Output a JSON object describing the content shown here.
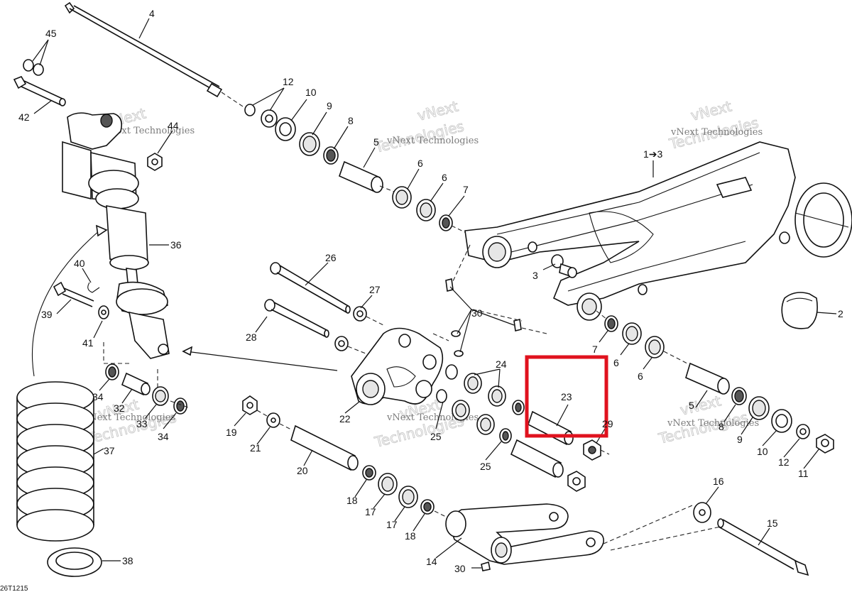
{
  "diagram": {
    "drawing_ref": "26T1215",
    "watermark": {
      "line1": "vNext",
      "line2": "Technologies",
      "small": "vNext Technologies"
    },
    "highlight": {
      "target": "23",
      "color": "#e0121e"
    },
    "callouts": [
      {
        "id": "c4",
        "label": "4"
      },
      {
        "id": "c45",
        "label": "45"
      },
      {
        "id": "c42",
        "label": "42"
      },
      {
        "id": "c44",
        "label": "44"
      },
      {
        "id": "c12a",
        "label": "12"
      },
      {
        "id": "c10a",
        "label": "10"
      },
      {
        "id": "c9a",
        "label": "9"
      },
      {
        "id": "c8a",
        "label": "8"
      },
      {
        "id": "c5a",
        "label": "5"
      },
      {
        "id": "c6a",
        "label": "6"
      },
      {
        "id": "c6b",
        "label": "6"
      },
      {
        "id": "c7a",
        "label": "7"
      },
      {
        "id": "c1_3",
        "label": "1➔3"
      },
      {
        "id": "c36",
        "label": "36"
      },
      {
        "id": "c40",
        "label": "40"
      },
      {
        "id": "c39",
        "label": "39"
      },
      {
        "id": "c41",
        "label": "41"
      },
      {
        "id": "c26",
        "label": "26"
      },
      {
        "id": "c27",
        "label": "27"
      },
      {
        "id": "c28",
        "label": "28"
      },
      {
        "id": "c3",
        "label": "3"
      },
      {
        "id": "c30a",
        "label": "30"
      },
      {
        "id": "c2",
        "label": "2"
      },
      {
        "id": "c7b",
        "label": "7"
      },
      {
        "id": "c6c",
        "label": "6"
      },
      {
        "id": "c6d",
        "label": "6"
      },
      {
        "id": "c24",
        "label": "24"
      },
      {
        "id": "c23",
        "label": "23"
      },
      {
        "id": "c29",
        "label": "29"
      },
      {
        "id": "c22",
        "label": "22"
      },
      {
        "id": "c25a",
        "label": "25"
      },
      {
        "id": "c25b",
        "label": "25"
      },
      {
        "id": "c34a",
        "label": "34"
      },
      {
        "id": "c32",
        "label": "32"
      },
      {
        "id": "c33",
        "label": "33"
      },
      {
        "id": "c34b",
        "label": "34"
      },
      {
        "id": "c37",
        "label": "37"
      },
      {
        "id": "c38",
        "label": "38"
      },
      {
        "id": "c19",
        "label": "19"
      },
      {
        "id": "c21",
        "label": "21"
      },
      {
        "id": "c20",
        "label": "20"
      },
      {
        "id": "c18a",
        "label": "18"
      },
      {
        "id": "c17a",
        "label": "17"
      },
      {
        "id": "c17b",
        "label": "17"
      },
      {
        "id": "c18b",
        "label": "18"
      },
      {
        "id": "c14",
        "label": "14"
      },
      {
        "id": "c30b",
        "label": "30"
      },
      {
        "id": "c16",
        "label": "16"
      },
      {
        "id": "c15",
        "label": "15"
      },
      {
        "id": "c5b",
        "label": "5"
      },
      {
        "id": "c8b",
        "label": "8"
      },
      {
        "id": "c9b",
        "label": "9"
      },
      {
        "id": "c10b",
        "label": "10"
      },
      {
        "id": "c12b",
        "label": "12"
      },
      {
        "id": "c11",
        "label": "11"
      }
    ]
  }
}
